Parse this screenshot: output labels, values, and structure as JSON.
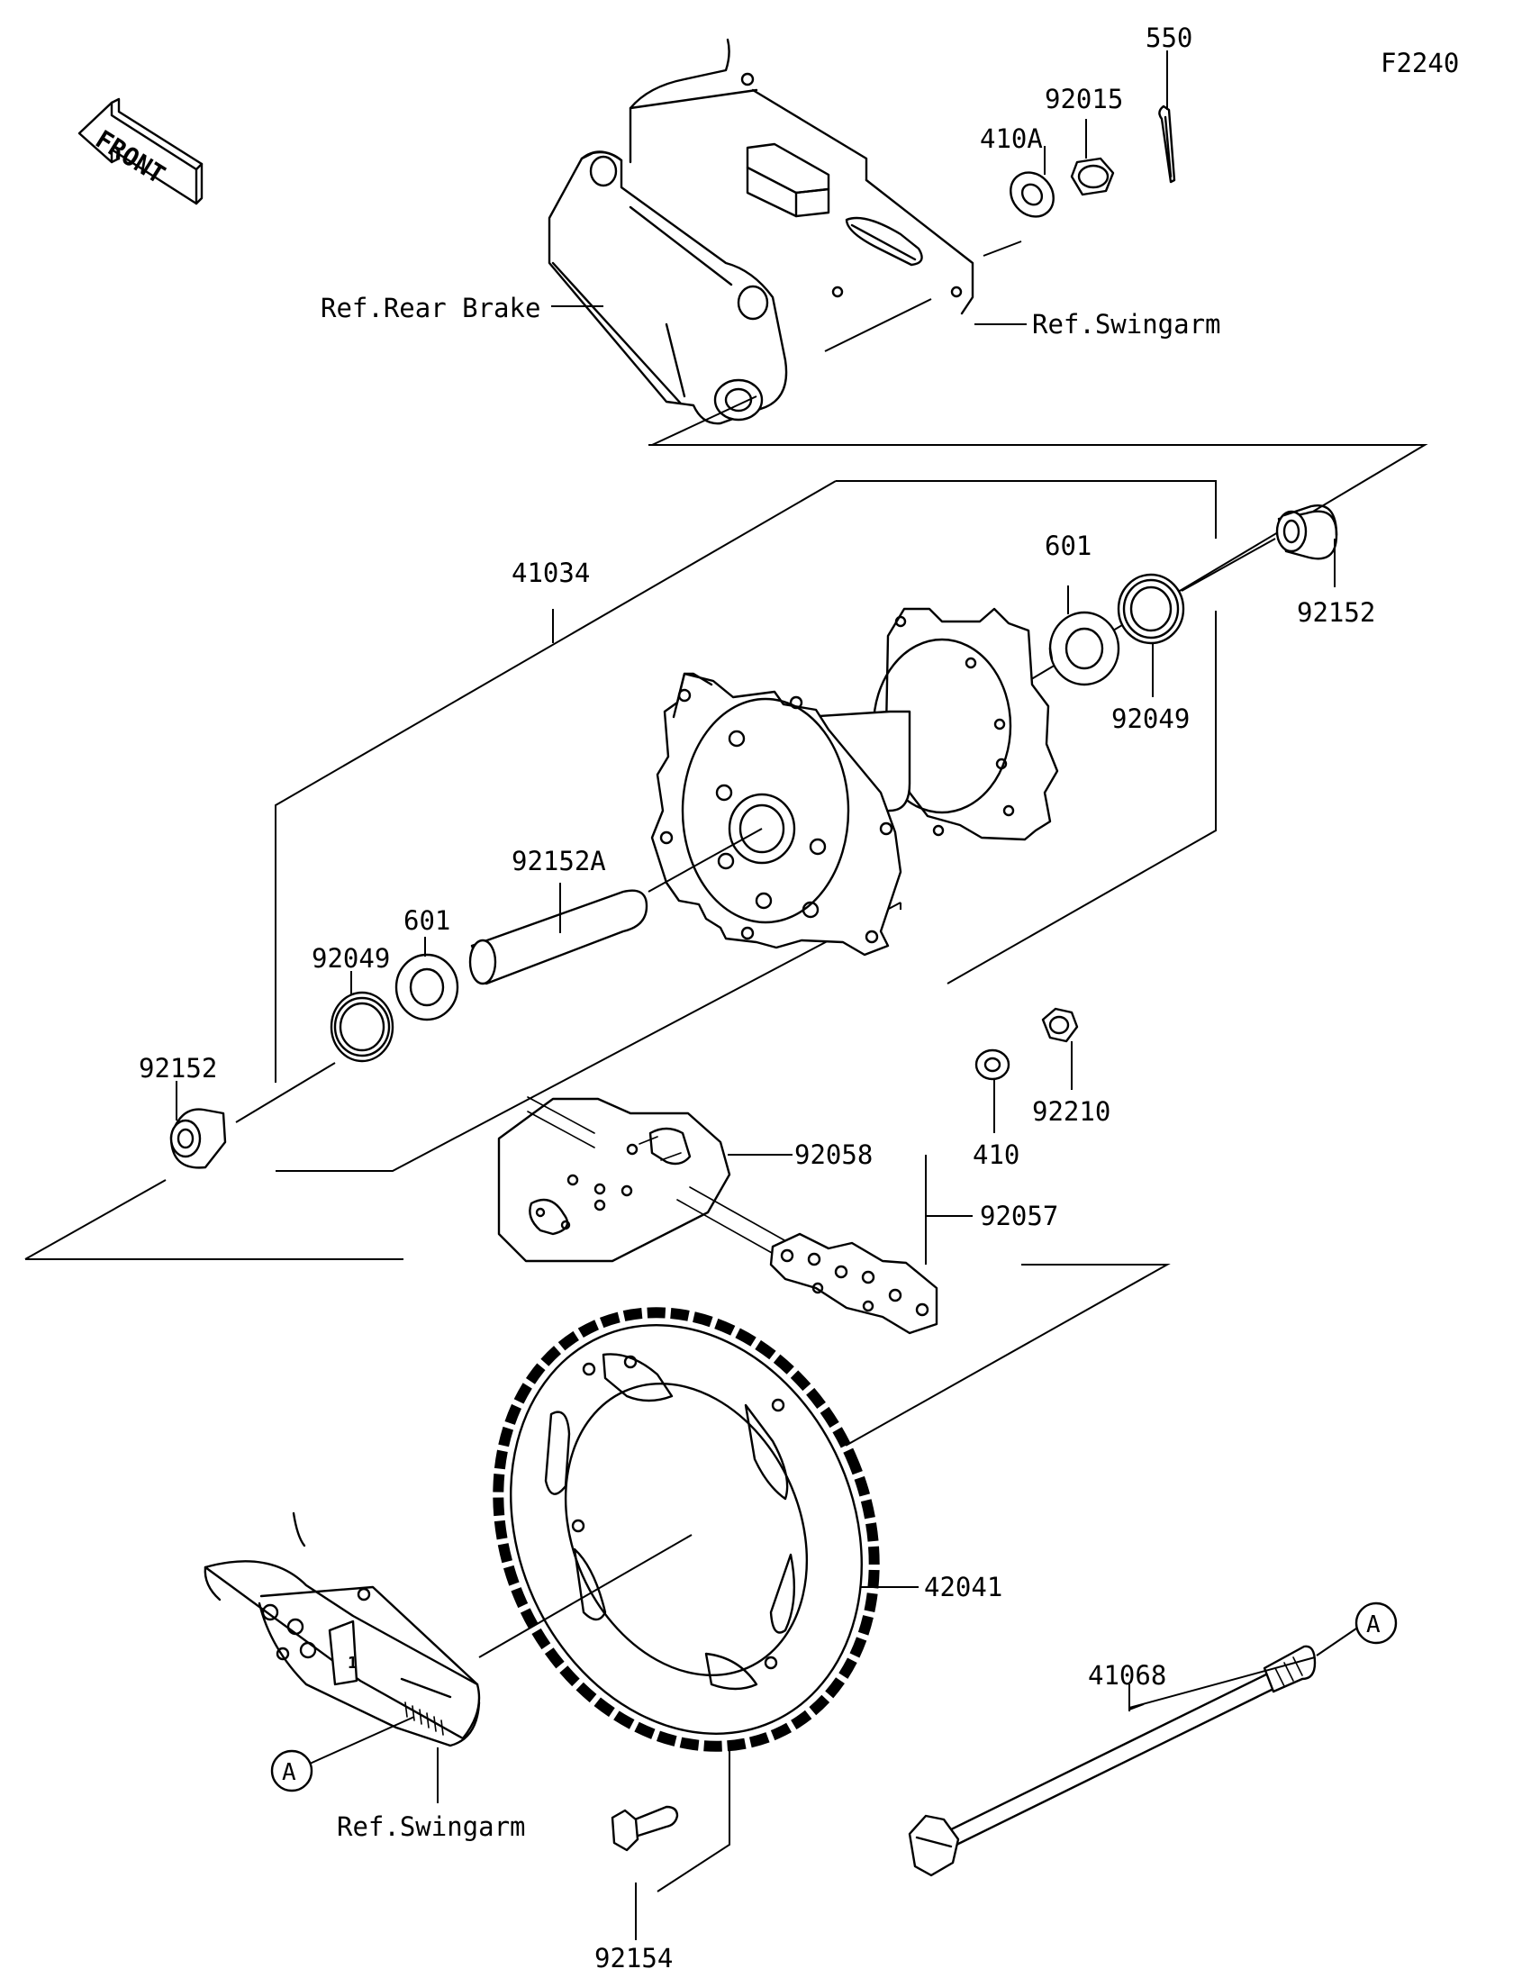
{
  "figure_code": "F2240",
  "front_arrow": {
    "label": "FRONT",
    "icon": "front-direction-arrow-icon"
  },
  "reference_labels": {
    "rear_brake": "Ref.Rear Brake",
    "swingarm_top": "Ref.Swingarm",
    "swingarm_bottom": "Ref.Swingarm"
  },
  "callouts": {
    "p550": "550",
    "p92015": "92015",
    "p410A": "410A",
    "p41034": "41034",
    "p601_right": "601",
    "p92152_right": "92152",
    "p92049_right": "92049",
    "p92152A": "92152A",
    "p601_left": "601",
    "p92049_left": "92049",
    "p92152_left": "92152",
    "p92210": "92210",
    "p410": "410",
    "p92058": "92058",
    "p92057": "92057",
    "p42041": "42041",
    "p41068": "41068",
    "p92154": "92154",
    "marker_a_axle": "A",
    "marker_a_swingarm": "A"
  }
}
